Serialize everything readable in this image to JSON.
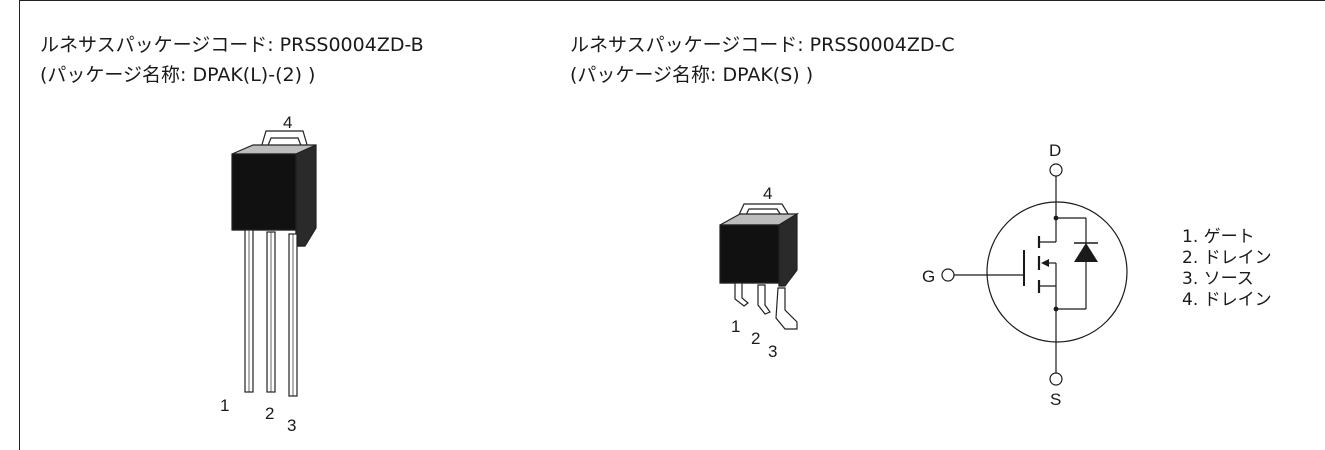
{
  "packages": [
    {
      "code_line": "ルネサスパッケージコード: PRSS0004ZD-B",
      "name_line": "(パッケージ名称: DPAK(L)-(2) )",
      "pins": [
        "1",
        "2",
        "3",
        "4"
      ]
    },
    {
      "code_line": "ルネサスパッケージコード: PRSS0004ZD-C",
      "name_line": "(パッケージ名称: DPAK(S) )",
      "pins": [
        "1",
        "2",
        "3",
        "4"
      ]
    }
  ],
  "symbol": {
    "drain": "D",
    "gate": "G",
    "source": "S"
  },
  "pin_legend": [
    "1. ゲート",
    "2. ドレイン",
    "3. ソース",
    "4. ドレイン"
  ]
}
